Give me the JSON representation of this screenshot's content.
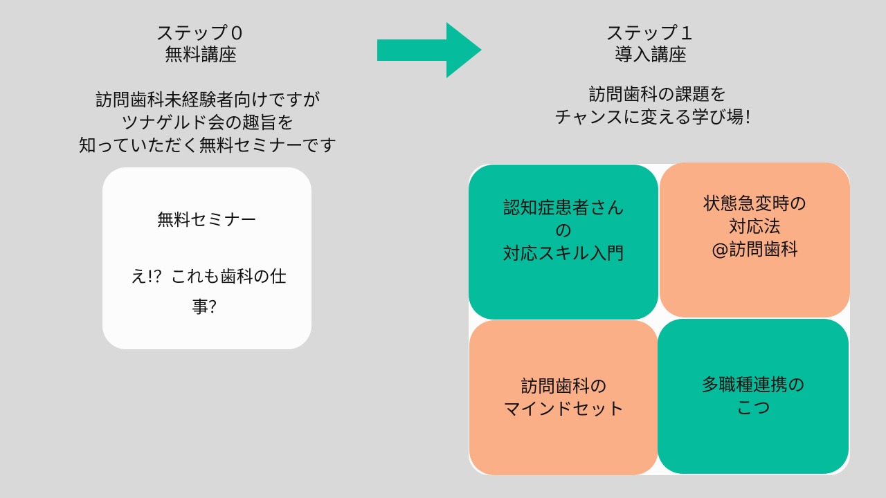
{
  "step0": {
    "title": "ステップ０\n無料講座",
    "description": "訪問歯科未経験者向けですが\nツナゲルド会の趣旨を\n知っていただく無料セミナーです",
    "card_line1": "無料セミナー",
    "card_line2": "え!？これも歯科の仕\n事？"
  },
  "step1": {
    "title": "ステップ１\n導入講座",
    "description": "訪問歯科の課題を\nチャンスに変える学び場！",
    "tiles": [
      {
        "label": "認知症患者さん\nの\n対応スキル入門"
      },
      {
        "label": "状態急変時の\n対応法\n@訪問歯科"
      },
      {
        "label": "訪問歯科の\nマインドセット"
      },
      {
        "label": "多職種連携の\nこつ"
      }
    ]
  },
  "colors": {
    "background": "#d9d9d9",
    "teal": "#05bc9c",
    "salmon": "#faaf86",
    "card": "#fcfcfc"
  },
  "icons": {
    "arrow": "arrow-right-icon"
  }
}
